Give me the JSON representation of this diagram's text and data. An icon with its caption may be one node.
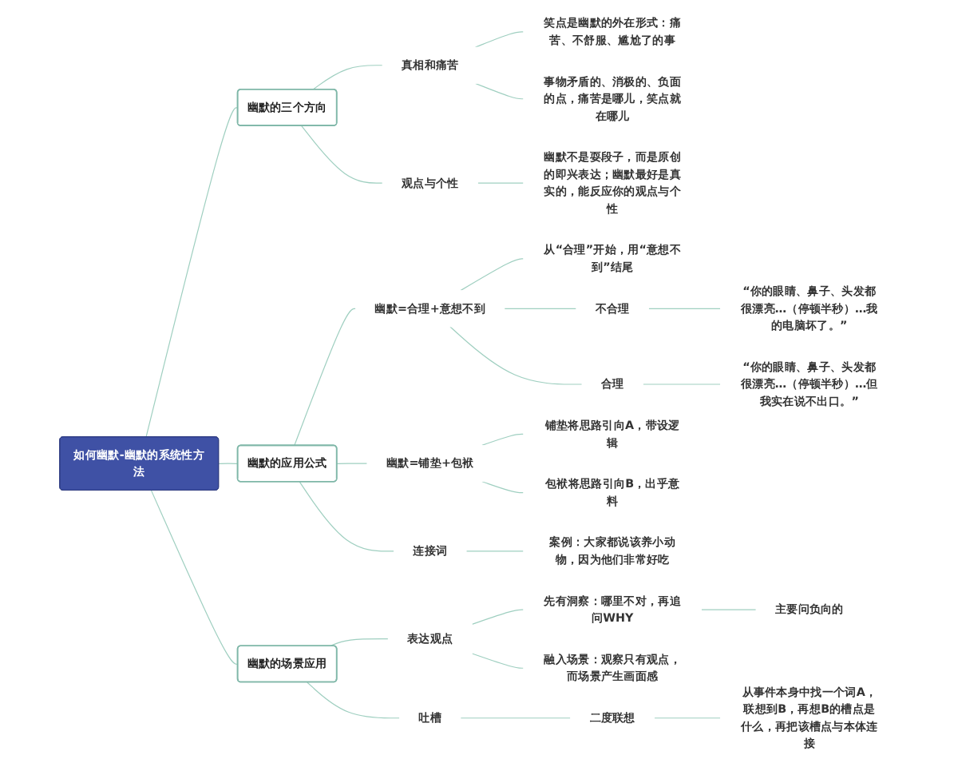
{
  "diagram": {
    "nodes": [
      {
        "text": [
          "如何幽默-幽默的系统性方法"
        ]
      },
      {
        "text": [
          "幽默的三个方向"
        ]
      },
      {
        "text": [
          "真相和痛苦"
        ]
      },
      {
        "text": [
          "笑点是幽默的外在形式：痛苦、不舒服、尴尬了的事"
        ]
      },
      {
        "text": [
          "事物矛盾的、消极的、负面的点，痛苦是哪儿，笑点就在哪儿"
        ]
      },
      {
        "text": [
          "观点与个性"
        ]
      },
      {
        "text": [
          "幽默不是耍段子，而是原创的即兴表达；幽默最好是真实的，能反应你的观点与个性"
        ]
      },
      {
        "text": [
          "幽默的应用公式"
        ]
      },
      {
        "text": [
          "幽默=合理+意想不到"
        ]
      },
      {
        "text": [
          "从“合理”开始，用“意想不到”结尾"
        ]
      },
      {
        "text": [
          "不合理"
        ]
      },
      {
        "text": [
          "“你的眼睛、鼻子、头发都很漂亮…（停顿半秒）…我的电脑坏了。”"
        ]
      },
      {
        "text": [
          "合理"
        ]
      },
      {
        "text": [
          "“你的眼睛、鼻子、头发都很漂亮…（停顿半秒）…但我实在说不出口。”"
        ]
      },
      {
        "text": [
          "幽默=铺垫+包袱"
        ]
      },
      {
        "text": [
          "铺垫将思路引向A，带设逻辑"
        ]
      },
      {
        "text": [
          "包袱将思路引向B，出乎意料"
        ]
      },
      {
        "text": [
          "连接词"
        ]
      },
      {
        "text": [
          "案例：大家都说该养小动物，因为他们非常好吃"
        ]
      },
      {
        "text": [
          "幽默的场景应用"
        ]
      },
      {
        "text": [
          "表达观点"
        ]
      },
      {
        "text": [
          "先有洞察：哪里不对，再追问WHY"
        ]
      },
      {
        "text": [
          "主要问负向的"
        ]
      },
      {
        "text": [
          "融入场景：观察只有观点，而场景产生画面感"
        ]
      },
      {
        "text": [
          "吐槽"
        ]
      },
      {
        "text": [
          "二度联想"
        ]
      },
      {
        "text": [
          "从事件本身中找一个词A，联想到B，再想B的槽点是什么，再把该槽点与本体连接"
        ]
      }
    ],
    "edges": [
      {
        "from": 0,
        "to": 1,
        "arrow": "none"
      },
      {
        "from": 1,
        "to": 2,
        "arrow": "none"
      },
      {
        "from": 2,
        "to": 3,
        "arrow": "none"
      },
      {
        "from": 2,
        "to": 4,
        "arrow": "none"
      },
      {
        "from": 1,
        "to": 5,
        "arrow": "none"
      },
      {
        "from": 5,
        "to": 6,
        "arrow": "none"
      },
      {
        "from": 0,
        "to": 7,
        "arrow": "none"
      },
      {
        "from": 7,
        "to": 8,
        "arrow": "none"
      },
      {
        "from": 8,
        "to": 9,
        "arrow": "none"
      },
      {
        "from": 8,
        "to": 10,
        "arrow": "none"
      },
      {
        "from": 10,
        "to": 11,
        "arrow": "none"
      },
      {
        "from": 8,
        "to": 12,
        "arrow": "none"
      },
      {
        "from": 12,
        "to": 13,
        "arrow": "none"
      },
      {
        "from": 7,
        "to": 14,
        "arrow": "none"
      },
      {
        "from": 14,
        "to": 15,
        "arrow": "none"
      },
      {
        "from": 14,
        "to": 16,
        "arrow": "none"
      },
      {
        "from": 7,
        "to": 17,
        "arrow": "none"
      },
      {
        "from": 17,
        "to": 18,
        "arrow": "none"
      },
      {
        "from": 0,
        "to": 19,
        "arrow": "none"
      },
      {
        "from": 19,
        "to": 20,
        "arrow": "none"
      },
      {
        "from": 20,
        "to": 21,
        "arrow": "none"
      },
      {
        "from": 21,
        "to": 22,
        "arrow": "none"
      },
      {
        "from": 20,
        "to": 23,
        "arrow": "none"
      },
      {
        "from": 19,
        "to": 24,
        "arrow": "none"
      },
      {
        "from": 24,
        "to": 25,
        "arrow": "none"
      },
      {
        "from": 25,
        "to": 26,
        "arrow": "none"
      }
    ]
  }
}
